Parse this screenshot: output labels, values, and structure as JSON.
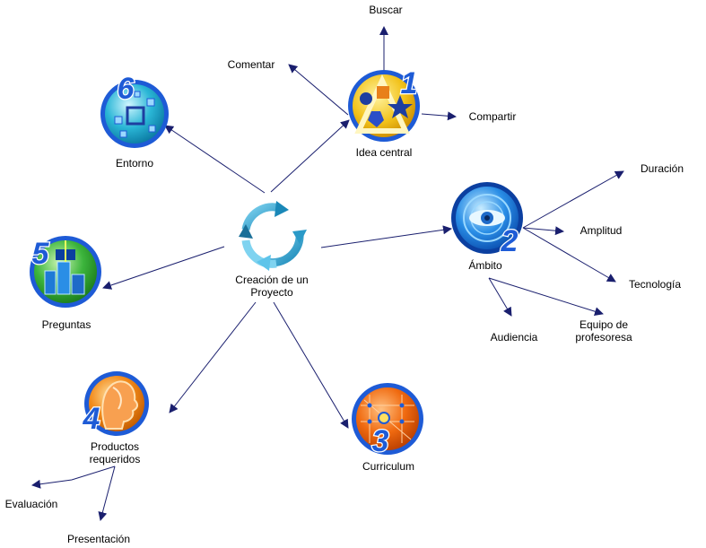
{
  "center": {
    "label_line1": "Creación de un",
    "label_line2": "Proyecto",
    "icon": "cycle-arrows-icon"
  },
  "nodes": [
    {
      "id": "idea",
      "number": "1",
      "label": "Idea central",
      "icon": "shapes-icon",
      "color": "#f2c21a"
    },
    {
      "id": "ambito",
      "number": "2",
      "label": "Ámbito",
      "icon": "eye-icon",
      "color": "#2a8ee6"
    },
    {
      "id": "curriculum",
      "number": "3",
      "label": "Curriculum",
      "icon": "network-icon",
      "color": "#f06a10"
    },
    {
      "id": "productos",
      "number": "4",
      "label_line1": "Productos",
      "label_line2": "requeridos",
      "icon": "head-icon",
      "color": "#f28a1a"
    },
    {
      "id": "preguntas",
      "number": "5",
      "label": "Preguntas",
      "icon": "city-icon",
      "color": "#3cb43c"
    },
    {
      "id": "entorno",
      "number": "6",
      "label": "Entorno",
      "icon": "cubes-icon",
      "color": "#2ab6d6"
    }
  ],
  "leaves": {
    "buscar": "Buscar",
    "comentar": "Comentar",
    "compartir": "Compartir",
    "duracion": "Duración",
    "amplitud": "Amplitud",
    "tecnologia": "Tecnología",
    "audiencia": "Audiencia",
    "equipo_line1": "Equipo de",
    "equipo_line2": "profesoresa",
    "evaluacion": "Evaluación",
    "presentacion": "Presentación"
  },
  "colors": {
    "edge": "#1a1f6e",
    "number": "#1e5bd6"
  }
}
